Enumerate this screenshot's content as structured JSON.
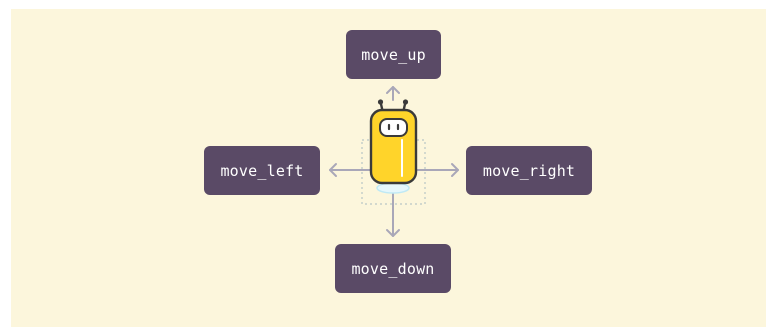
{
  "colors": {
    "panel_background": "#fcf6dc",
    "label_background": "#5a4a66",
    "label_text": "#ffffff",
    "arrow": "#a9a7b8",
    "robot_body": "#ffd42a",
    "robot_outline": "#3a3a3a",
    "selection_outline": "#b8c6c6",
    "shadow_ring": "#cdeef6"
  },
  "labels": {
    "up": "move_up",
    "left": "move_left",
    "right": "move_right",
    "down": "move_down"
  },
  "icons": {
    "character": "robot-character",
    "arrows": [
      "arrow-up-icon",
      "arrow-left-icon",
      "arrow-right-icon",
      "arrow-down-icon"
    ]
  }
}
